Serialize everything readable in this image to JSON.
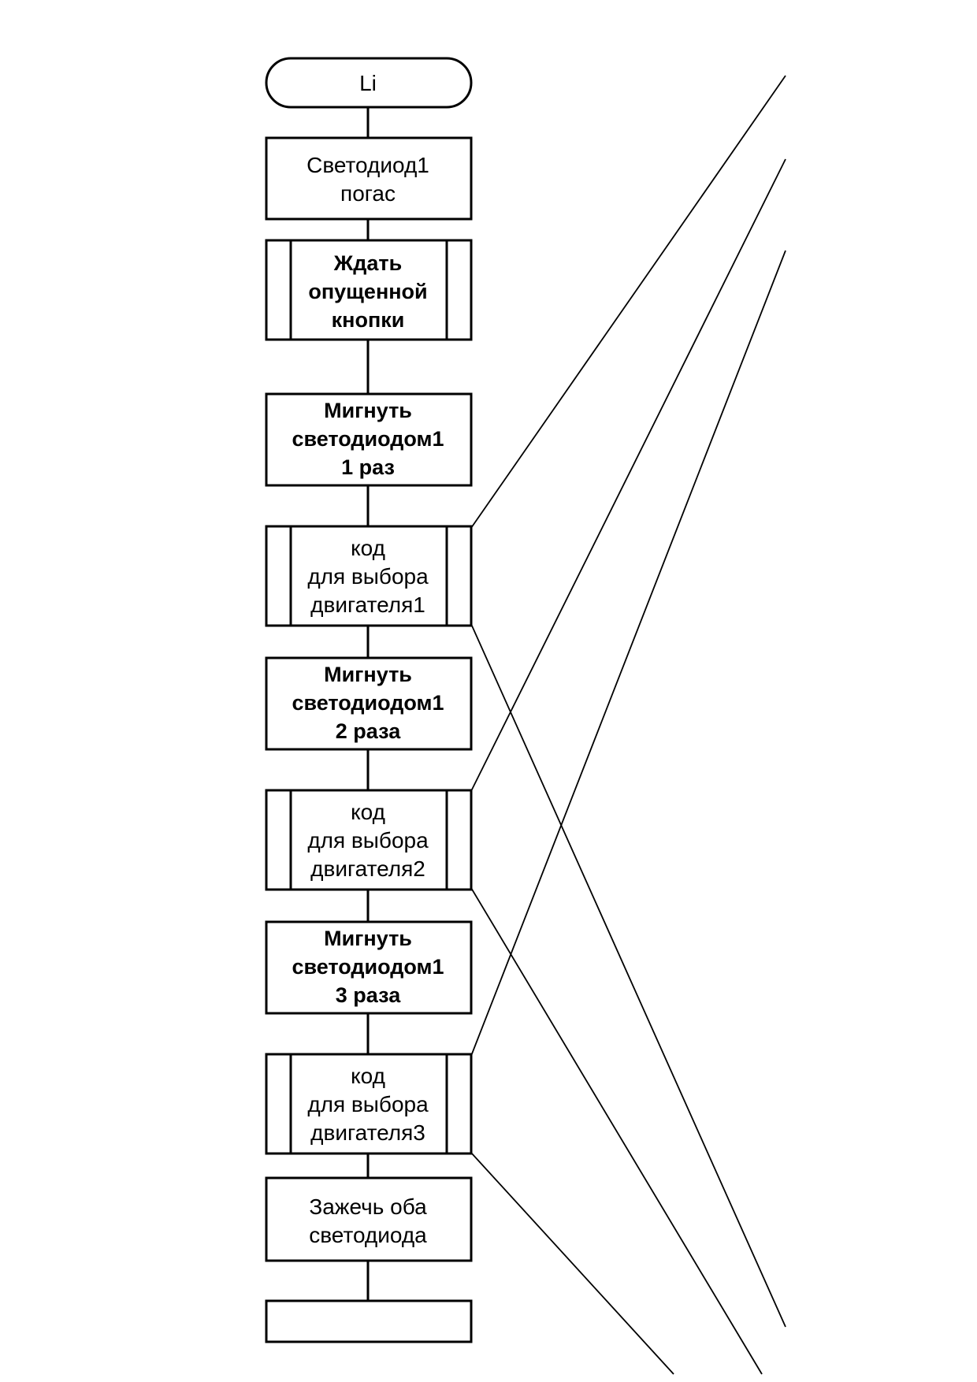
{
  "flowchart": {
    "terminator": {
      "label": "Li"
    },
    "blocks": [
      {
        "lines": [
          "Светодиод1",
          "погас"
        ],
        "bold": false,
        "subroutine": false
      },
      {
        "lines": [
          "Ждать",
          "опущенной",
          "кнопки"
        ],
        "bold": true,
        "subroutine": true
      },
      {
        "lines": [
          "Мигнуть",
          "светодиодом1",
          "1 раз"
        ],
        "bold": true,
        "subroutine": false
      },
      {
        "lines": [
          "код",
          "для выбора",
          "двигателя1"
        ],
        "bold": false,
        "subroutine": true
      },
      {
        "lines": [
          "Мигнуть",
          "светодиодом1",
          "2 раза"
        ],
        "bold": true,
        "subroutine": false
      },
      {
        "lines": [
          "код",
          "для выбора",
          "двигателя2"
        ],
        "bold": false,
        "subroutine": true
      },
      {
        "lines": [
          "Мигнуть",
          "светодиодом1",
          "3 раза"
        ],
        "bold": true,
        "subroutine": false
      },
      {
        "lines": [
          "код",
          "для выбора",
          "двигателя3"
        ],
        "bold": false,
        "subroutine": true
      },
      {
        "lines": [
          "Зажечь оба",
          "светодиода"
        ],
        "bold": false,
        "subroutine": false
      },
      {
        "lines": [],
        "bold": false,
        "subroutine": false
      }
    ]
  }
}
